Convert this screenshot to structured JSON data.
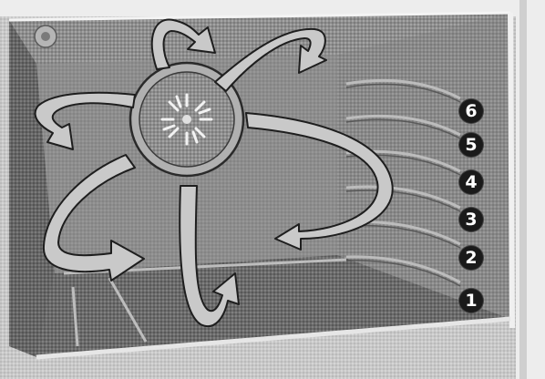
{
  "image": {
    "subject": "oven-cavity-convection-fan-airflow",
    "colors": {
      "cavity_back": "#9a9a9a",
      "cavity_dark": "#5a5a5a",
      "frame": "#d9d9d9",
      "arrow_fill": "#c4c4c4",
      "arrow_stroke": "#1e1e1e",
      "badge": "#1a1a1a"
    }
  },
  "shelf_levels": [
    "6",
    "5",
    "4",
    "3",
    "2",
    "1"
  ]
}
